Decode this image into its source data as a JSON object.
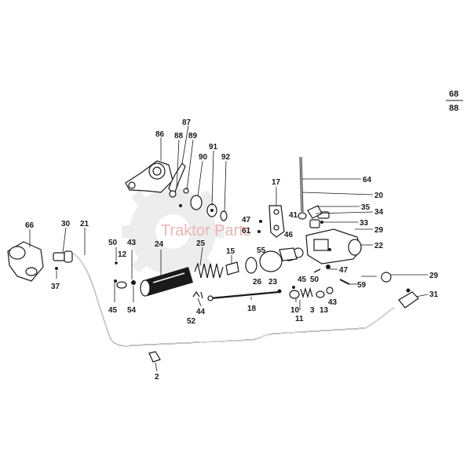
{
  "page_number": {
    "top": "68",
    "bottom": "88"
  },
  "watermark": {
    "text": "Traktor Parts"
  },
  "labels": [
    "86",
    "87",
    "88",
    "89",
    "90",
    "91",
    "92",
    "64",
    "20",
    "17",
    "35",
    "34",
    "47",
    "61",
    "41",
    "33",
    "29",
    "46",
    "55",
    "22",
    "66",
    "30",
    "21",
    "50",
    "43",
    "12",
    "24",
    "25",
    "15",
    "26",
    "23",
    "45",
    "50b",
    "47b",
    "59",
    "29b",
    "37",
    "45b",
    "54",
    "44",
    "18",
    "52",
    "10",
    "11",
    "3",
    "13",
    "43b",
    "31",
    "2"
  ],
  "label_text": {
    "86": "86",
    "87": "87",
    "88": "88",
    "89": "89",
    "90": "90",
    "91": "91",
    "92": "92",
    "64": "64",
    "20": "20",
    "17": "17",
    "35": "35",
    "34": "34",
    "47": "47",
    "61": "61",
    "41": "41",
    "33": "33",
    "29": "29",
    "46": "46",
    "55": "55",
    "22": "22",
    "66": "66",
    "30": "30",
    "21": "21",
    "50": "50",
    "43": "43",
    "12": "12",
    "24": "24",
    "25": "25",
    "15": "15",
    "26": "26",
    "23": "23",
    "45": "45",
    "50b": "50",
    "47b": "47",
    "59": "59",
    "29b": "29",
    "37": "37",
    "45b": "45",
    "54": "54",
    "44": "44",
    "18": "18",
    "52": "52",
    "10": "10",
    "11": "11",
    "3": "3",
    "13": "13",
    "43b": "43",
    "31": "31",
    "2": "2"
  }
}
